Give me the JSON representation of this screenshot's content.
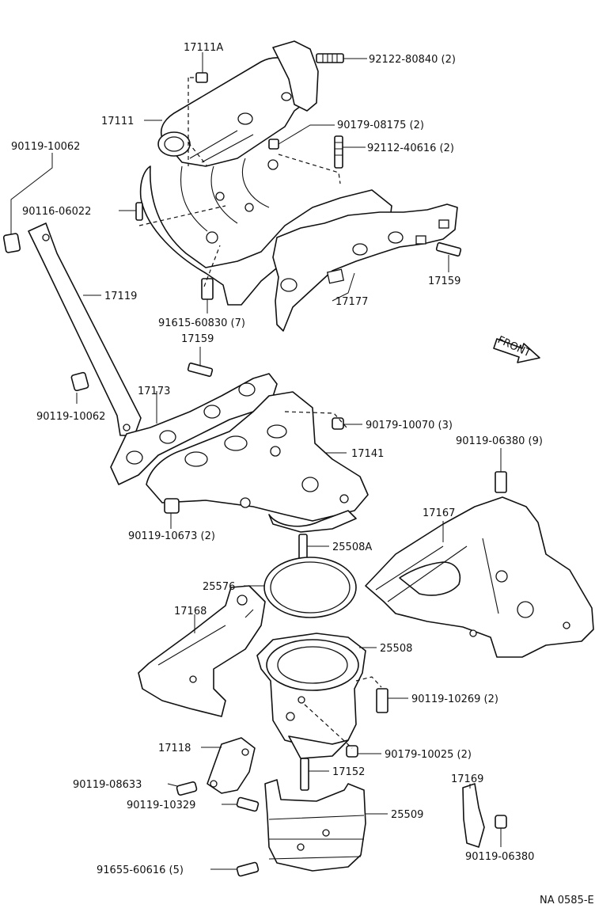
{
  "diagram": {
    "callouts": {
      "p17111A": "17111A",
      "p92122": "92122-80840 (2)",
      "p17111": "17111",
      "p90179_08175": "90179-08175 (2)",
      "p90119_10062a": "90119-10062",
      "p92112": "92112-40616 (2)",
      "p90116": "90116-06022",
      "p17119": "17119",
      "p17159a": "17159",
      "p17177": "17177",
      "p91615": "91615-60830 (7)",
      "p17159b": "17159",
      "front": "FRONT",
      "p17173": "17173",
      "p90119_10062b": "90119-10062",
      "p90179_10070": "90179-10070 (3)",
      "p17141": "17141",
      "p90119_06380a": "90119-06380 (9)",
      "p90119_10673": "90119-10673 (2)",
      "p17167": "17167",
      "p25508A": "25508A",
      "p25576": "25576",
      "p17168": "17168",
      "p25508": "25508",
      "p90119_10269": "90119-10269 (2)",
      "p17118": "17118",
      "p90179_10025": "90179-10025 (2)",
      "p90119_08633": "90119-08633",
      "p17152": "17152",
      "p17169": "17169",
      "p90119_10329": "90119-10329",
      "p25509": "25509",
      "p91655": "91655-60616 (5)",
      "p90119_06380b": "90119-06380",
      "code": "NA 0585-E"
    }
  }
}
